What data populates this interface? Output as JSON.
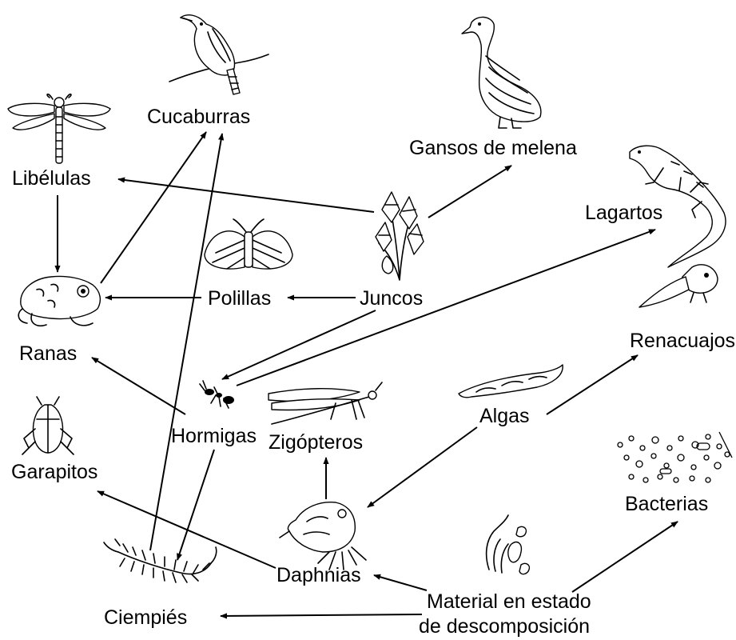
{
  "nodes": {
    "cucaburras": "Cucaburras",
    "gansos": "Gansos de melena",
    "libelulas": "Libélulas",
    "lagartos": "Lagartos",
    "ranas": "Ranas",
    "polillas": "Polillas",
    "juncos": "Juncos",
    "renacuajos": "Renacuajos",
    "hormigas": "Hormigas",
    "zigopteros": "Zigópteros",
    "algas": "Algas",
    "garapitos": "Garapitos",
    "bacterias": "Bacterias",
    "daphnias": "Daphnias",
    "material_line1": "Material en estado",
    "material_line2": "de descomposición",
    "ciempies": "Ciempiés"
  },
  "edges": [
    {
      "from": "Juncos",
      "to": "Libélulas"
    },
    {
      "from": "Juncos",
      "to": "Gansos de melena"
    },
    {
      "from": "Juncos",
      "to": "Polillas"
    },
    {
      "from": "Juncos",
      "to": "Hormigas"
    },
    {
      "from": "Libélulas",
      "to": "Ranas"
    },
    {
      "from": "Ranas",
      "to": "Cucaburras"
    },
    {
      "from": "Polillas",
      "to": "Ranas"
    },
    {
      "from": "Hormigas",
      "to": "Ranas"
    },
    {
      "from": "Hormigas",
      "to": "Lagartos"
    },
    {
      "from": "Hormigas",
      "to": "Ciempiés"
    },
    {
      "from": "Ciempiés",
      "to": "Cucaburras"
    },
    {
      "from": "Algas",
      "to": "Renacuajos"
    },
    {
      "from": "Algas",
      "to": "Daphnias"
    },
    {
      "from": "Daphnias",
      "to": "Zigópteros"
    },
    {
      "from": "Daphnias",
      "to": "Garapitos"
    },
    {
      "from": "Material en estado de descomposición",
      "to": "Daphnias"
    },
    {
      "from": "Material en estado de descomposición",
      "to": "Ciempiés"
    },
    {
      "from": "Material en estado de descomposición",
      "to": "Bacterias"
    }
  ]
}
